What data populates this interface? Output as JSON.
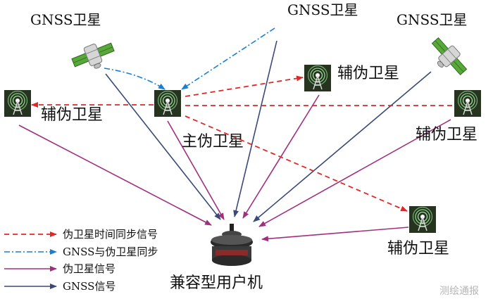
{
  "labels": {
    "gnss_sat_left": "GNSS卫星",
    "gnss_sat_top": "GNSS卫星",
    "gnss_sat_right": "GNSS卫星",
    "pseudo_master": "主伪卫星",
    "pseudo_aux_left": "辅伪卫星",
    "pseudo_aux_top": "辅伪卫星",
    "pseudo_aux_right": "辅伪卫星",
    "pseudo_aux_bottom": "辅伪卫星",
    "receiver": "兼容型用户机"
  },
  "legend": [
    {
      "label": "伪卫星时间同步信号",
      "color": "#e02828",
      "style": "dashed"
    },
    {
      "label": "GNSS与伪卫星同步",
      "color": "#1a7fd0",
      "style": "dash-dot"
    },
    {
      "label": "伪卫星信号",
      "color": "#a0307e",
      "style": "solid"
    },
    {
      "label": "GNSS信号",
      "color": "#3a4a78",
      "style": "solid"
    }
  ],
  "watermark": "测绘通报",
  "colors": {
    "sync_red": "#e02828",
    "sync_blue": "#1a7fd0",
    "pseudo_signal": "#a0307e",
    "gnss_signal": "#3a4a78",
    "tower_bg": "#2c3a2a",
    "tower_ring": "#7fd07f"
  }
}
